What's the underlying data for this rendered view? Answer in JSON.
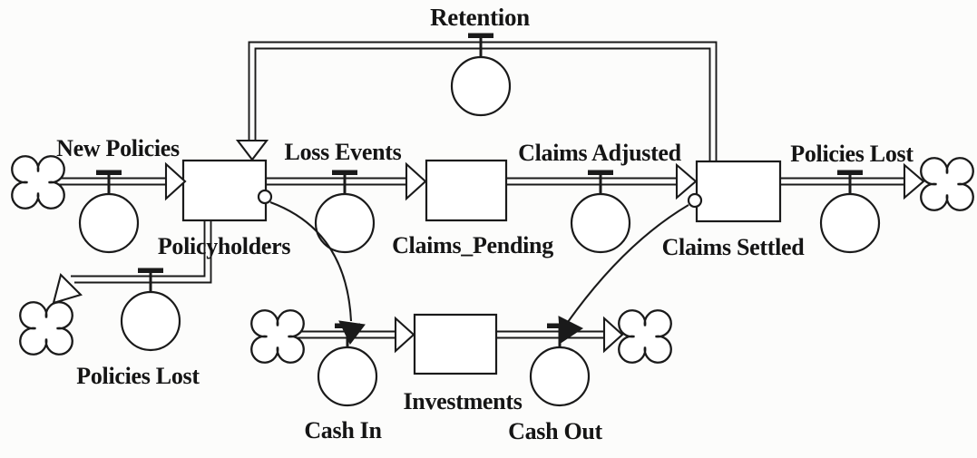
{
  "diagram": {
    "kind": "stock-and-flow",
    "background_color": "#fcfcfb",
    "line_color": "#1a1a1a",
    "stocks": [
      {
        "label": "Policyholders"
      },
      {
        "label": "Claims_Pending"
      },
      {
        "label": "Claims Settled"
      },
      {
        "label": "Investments"
      }
    ],
    "flows": [
      {
        "label": "New Policies",
        "from": "cloud-source",
        "to": "Policyholders"
      },
      {
        "label": "Retention",
        "from": "Claims Settled",
        "to": "Policyholders"
      },
      {
        "label": "Loss Events",
        "from": "Policyholders",
        "to": "Claims_Pending"
      },
      {
        "label": "Claims Adjusted",
        "from": "Claims_Pending",
        "to": "Claims Settled"
      },
      {
        "label": "Policies Lost",
        "from": "Claims Settled",
        "to": "cloud-sink"
      },
      {
        "label": "Policies Lost",
        "from": "Policyholders",
        "to": "cloud-sink"
      },
      {
        "label": "Cash In",
        "from": "cloud-source",
        "to": "Investments"
      },
      {
        "label": "Cash Out",
        "from": "Investments",
        "to": "cloud-sink"
      }
    ],
    "connectors": [
      {
        "from": "Policyholders",
        "to": "Cash In valve"
      },
      {
        "from": "Claims Settled",
        "to": "Cash Out valve"
      }
    ]
  }
}
